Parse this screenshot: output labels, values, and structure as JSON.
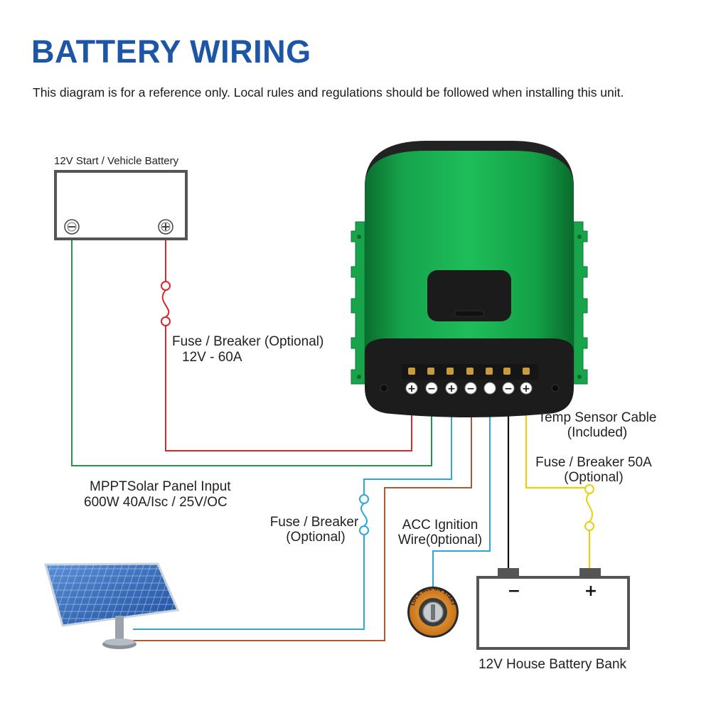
{
  "header": {
    "title": "BATTERY WIRING",
    "subtitle": "This diagram is for a reference only. Local rules and regulations should be followed when installing this unit."
  },
  "labels": {
    "start_battery": "12V Start / Vehicle Battery",
    "fuse_vehicle_line1": "Fuse / Breaker (Optional)",
    "fuse_vehicle_line2": "12V - 60A",
    "temp_sensor_line1": "Temp Sensor Cable",
    "temp_sensor_line2": "(Included)",
    "fuse_house_line1": "Fuse / Breaker 50A",
    "fuse_house_line2": "(Optional)",
    "solar_input_line1": "MPPTSolar Panel Input",
    "solar_input_line2": "600W   40A/Isc / 25V/OC",
    "fuse_solar_line1": "Fuse / Breaker",
    "fuse_solar_line2": "(Optional)",
    "acc_line1": "ACC Ignition",
    "acc_line2": "Wire(0ptional)",
    "house_battery": "12V House Battery Bank",
    "house_minus": "−",
    "house_plus": "+",
    "key_ring_text": "LOCK ACC ON START"
  },
  "terminals": [
    "+",
    "−",
    "+",
    "−",
    "",
    "−",
    "+"
  ],
  "colors": {
    "title_blue": "#1d56a6",
    "wire_red": "#d9262b",
    "wire_green": "#1c9a4a",
    "wire_blue": "#2aa7dd",
    "wire_brown": "#a85a3a",
    "wire_black": "#111111",
    "wire_yellow": "#e8cf12",
    "device_green": "#14a04a",
    "battery_gray": "#555555"
  }
}
